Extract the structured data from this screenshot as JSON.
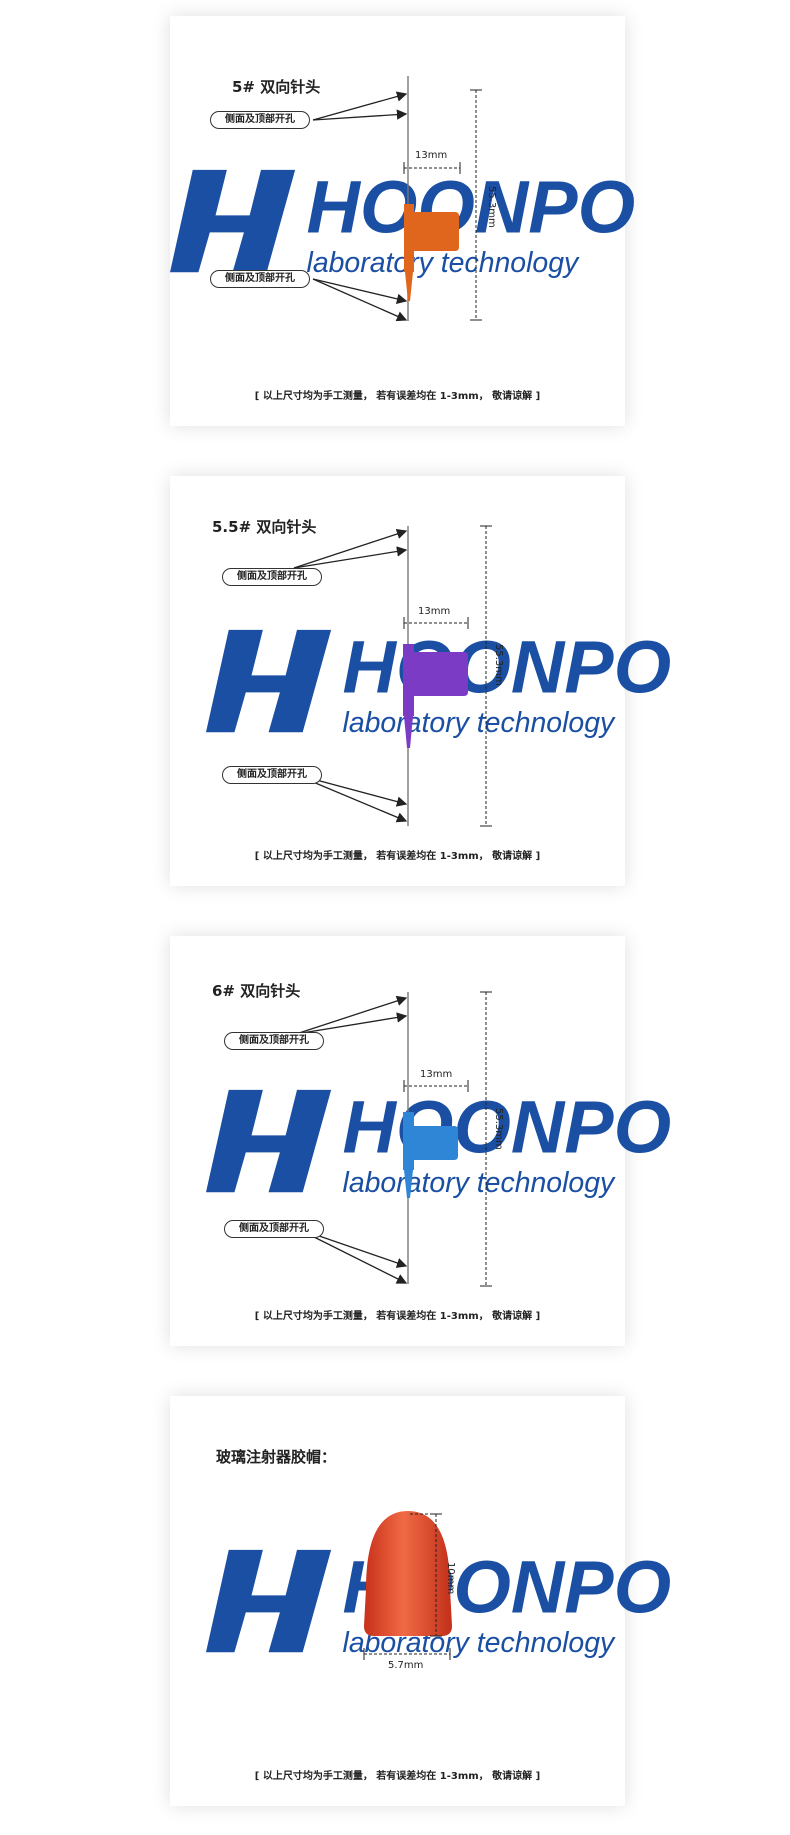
{
  "brand": {
    "name": "HOONPO",
    "tagline": "laboratory technology",
    "color": "#1a4fa3"
  },
  "note": "[ 以上尺寸均为手工测量，  若有误差均在 1-3mm，  敬请谅解 ]",
  "cards": [
    {
      "title": "5# 双向针头",
      "label_top": "侧面及顶部开孔",
      "label_bottom": "侧面及顶部开孔",
      "width_dim": "13mm",
      "height_dim": "55.3mm",
      "color": "#e0661d"
    },
    {
      "title": "5.5# 双向针头",
      "label_top": "侧面及顶部开孔",
      "label_bottom": "侧面及顶部开孔",
      "width_dim": "13mm",
      "height_dim": "55.3mm",
      "color": "#7b3bc4"
    },
    {
      "title": "6# 双向针头",
      "label_top": "侧面及顶部开孔",
      "label_bottom": "侧面及顶部开孔",
      "width_dim": "13mm",
      "height_dim": "55.3mm",
      "color": "#2f86d6"
    }
  ],
  "cap": {
    "title": "玻璃注射器胶帽：",
    "width_dim": "5.7mm",
    "height_dim": "10mm",
    "color": "#e2401e"
  }
}
